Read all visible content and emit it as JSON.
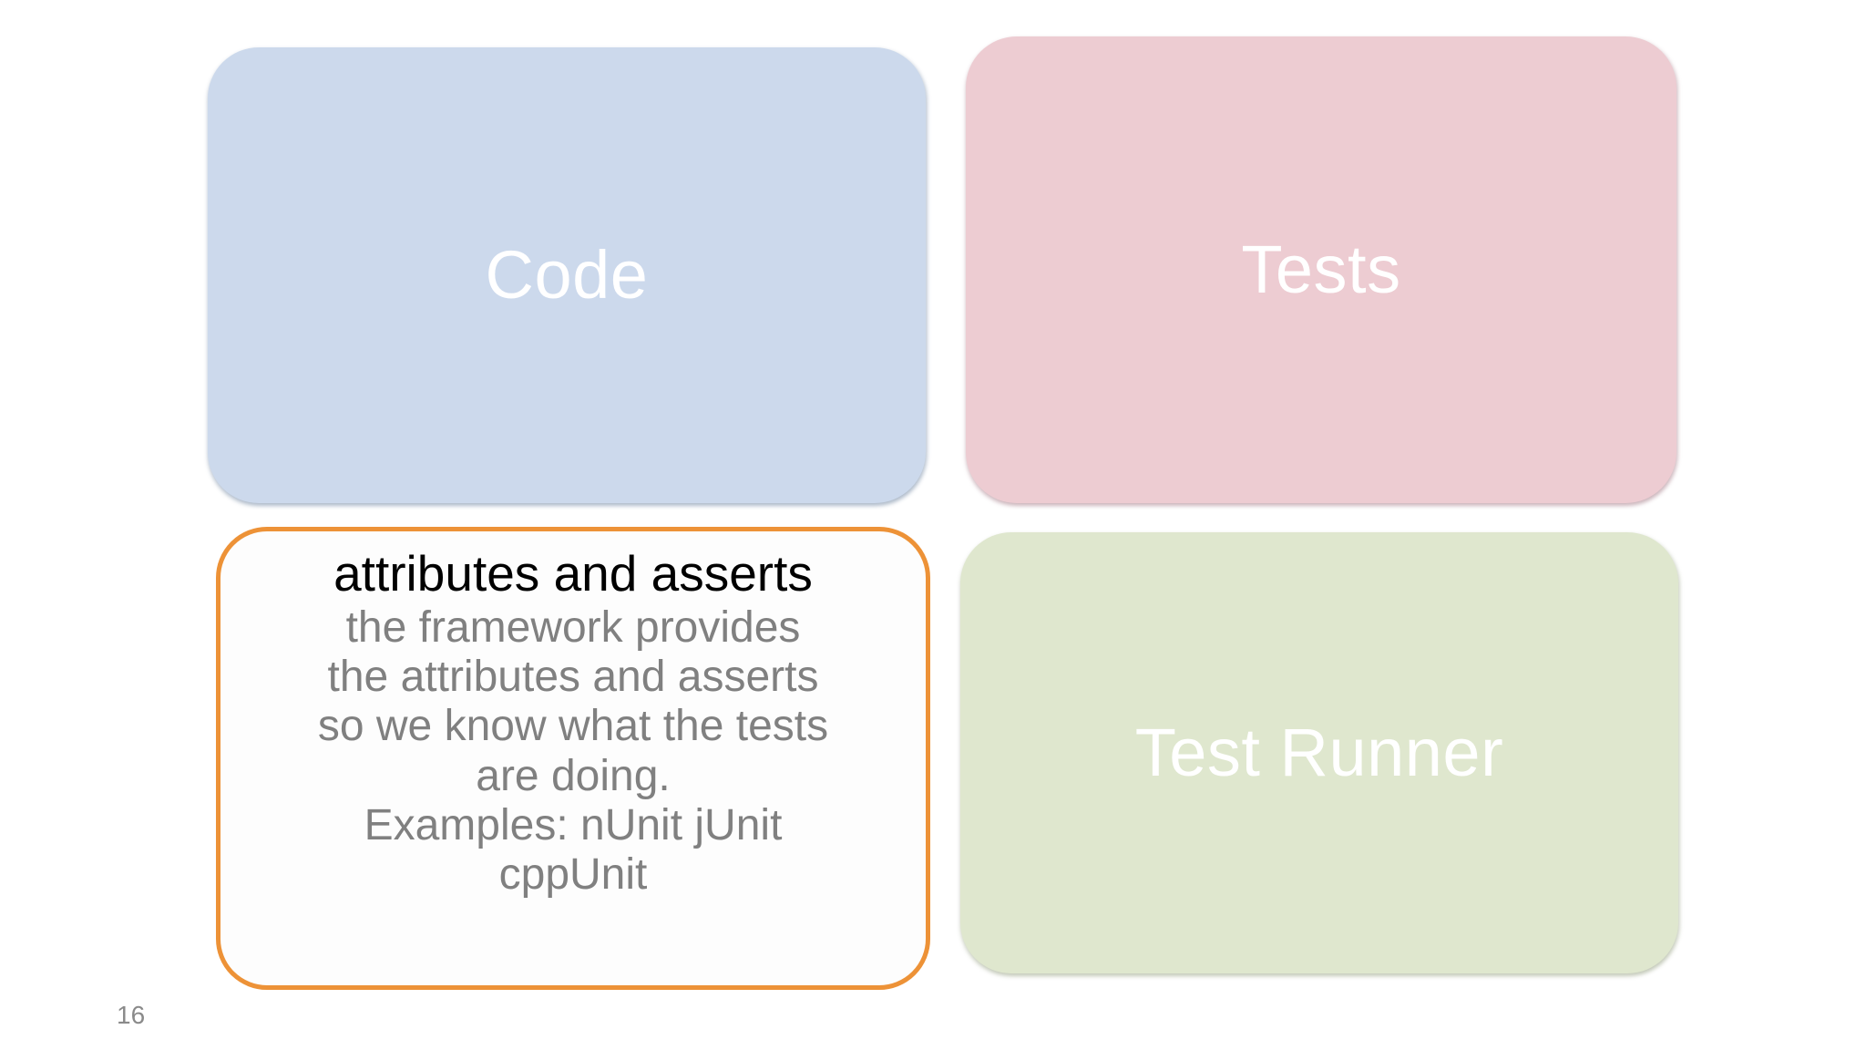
{
  "slide": {
    "page_number": "16",
    "background_color": "#ffffff"
  },
  "panels": {
    "code": {
      "label": "Code",
      "fill_color": "#ccd9ec",
      "text_color": "#ffffff"
    },
    "tests": {
      "label": "Tests",
      "fill_color": "#edccd2",
      "text_color": "#ffffff"
    },
    "test_runner": {
      "label": "Test Runner",
      "fill_color": "#dfe7ce",
      "text_color": "#ffffff"
    }
  },
  "callout": {
    "border_color": "#ed9237",
    "fill_color": "#fdfdfd",
    "heading": "attributes and asserts",
    "heading_color": "#000000",
    "body_color": "#808080",
    "body_lines": [
      "the framework provides",
      "the attributes and asserts",
      "so we know what the tests",
      "are doing.",
      "Examples: nUnit jUnit",
      "cppUnit"
    ]
  }
}
